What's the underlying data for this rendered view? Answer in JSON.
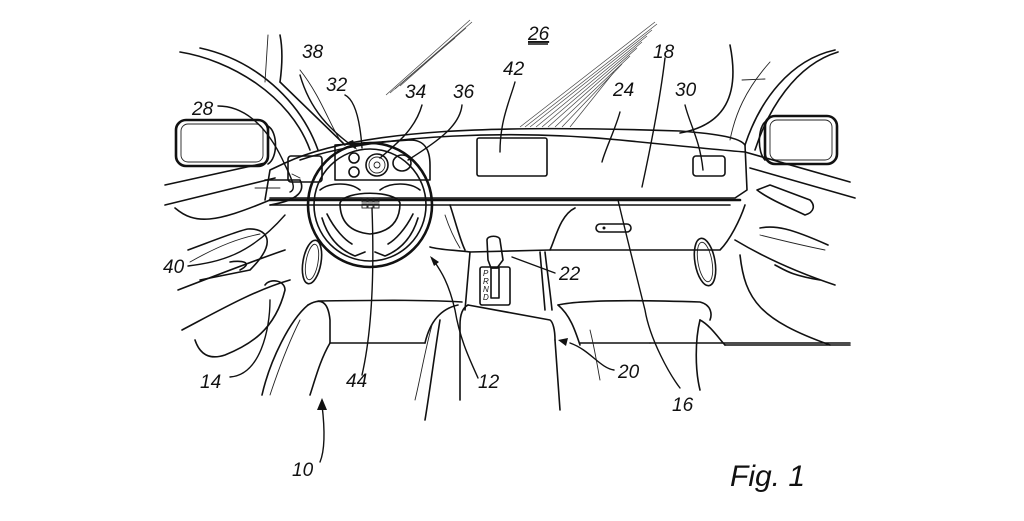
{
  "figure": {
    "title": "Fig. 1",
    "subject": "vehicle interior, driver-side view of dashboard, steering wheel and seats",
    "line_color": "#111111",
    "background": "#ffffff"
  },
  "reference_numerals": {
    "n10": "10",
    "n12": "12",
    "n14": "14",
    "n16": "16",
    "n18": "18",
    "n20": "20",
    "n22": "22",
    "n24": "24",
    "n26": "26",
    "n28": "28",
    "n30": "30",
    "n32": "32",
    "n34": "34",
    "n36": "36",
    "n38": "38",
    "n40": "40",
    "n42": "42",
    "n44": "44"
  },
  "gear_selector": {
    "positions": [
      "P",
      "R",
      "N",
      "D"
    ]
  }
}
